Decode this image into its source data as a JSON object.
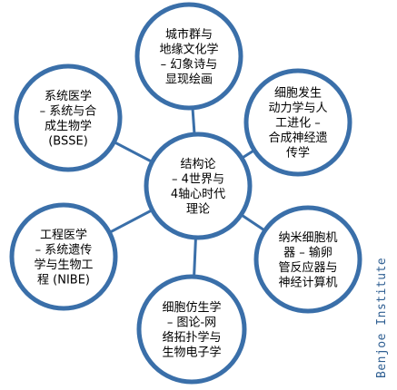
{
  "colors": {
    "circle_fill": "#ffffff",
    "circle_stroke": "#3a6fa9",
    "connector": "#3a6fa9",
    "text": "#000000",
    "watermark": "#2f5f92"
  },
  "center": {
    "lines": [
      "结构论",
      "– 4世界与",
      "4轴心时代",
      "理论"
    ]
  },
  "nodes": [
    {
      "id": "top",
      "lines": [
        "城市群与",
        "地缘文化学",
        "– 幻象诗与",
        "显现绘画"
      ]
    },
    {
      "id": "upper-right",
      "lines": [
        "细胞发生",
        "动力学与人",
        "工进化 –",
        "合成神经遗",
        "传学"
      ]
    },
    {
      "id": "lower-right",
      "lines": [
        "纳米细胞机",
        "器 – 输卵",
        "管反应器与",
        "神经计算机"
      ]
    },
    {
      "id": "bottom",
      "lines": [
        "细胞仿生学",
        "– 图论-网",
        "络拓扑学与",
        "生物电子学"
      ]
    },
    {
      "id": "lower-left",
      "lines": [
        "工程医学",
        "– 系统遗传",
        "学与生物工",
        "程 (NIBE)"
      ]
    },
    {
      "id": "upper-left",
      "lines": [
        "系统医学",
        "– 系统与合",
        "成生物学",
        "(BSSE)"
      ]
    }
  ],
  "watermark": "Benjoe Institute"
}
